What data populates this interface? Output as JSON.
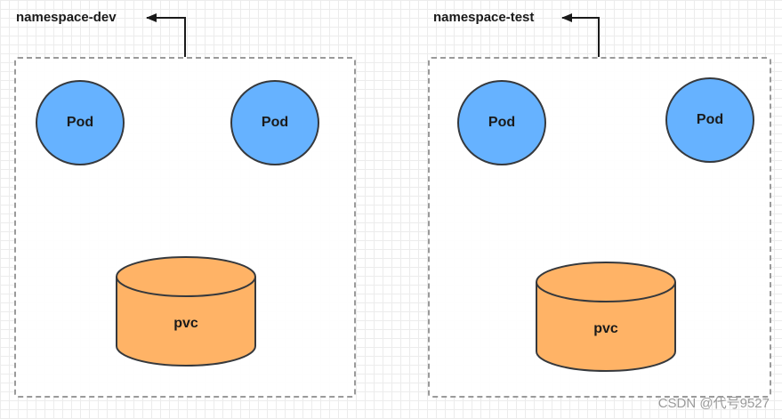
{
  "namespaces": [
    {
      "label": "namespace-dev",
      "pods": [
        {
          "label": "Pod"
        },
        {
          "label": "Pod"
        }
      ],
      "pvc": {
        "label": "pvc"
      }
    },
    {
      "label": "namespace-test",
      "pods": [
        {
          "label": "Pod"
        },
        {
          "label": "Pod"
        }
      ],
      "pvc": {
        "label": "pvc"
      }
    }
  ],
  "colors": {
    "pod_fill": "#66b2ff",
    "pvc_fill": "#ffb366",
    "stroke": "#36393d",
    "border_dashed": "#9a9a9a"
  },
  "watermark": "CSDN @代号9527"
}
